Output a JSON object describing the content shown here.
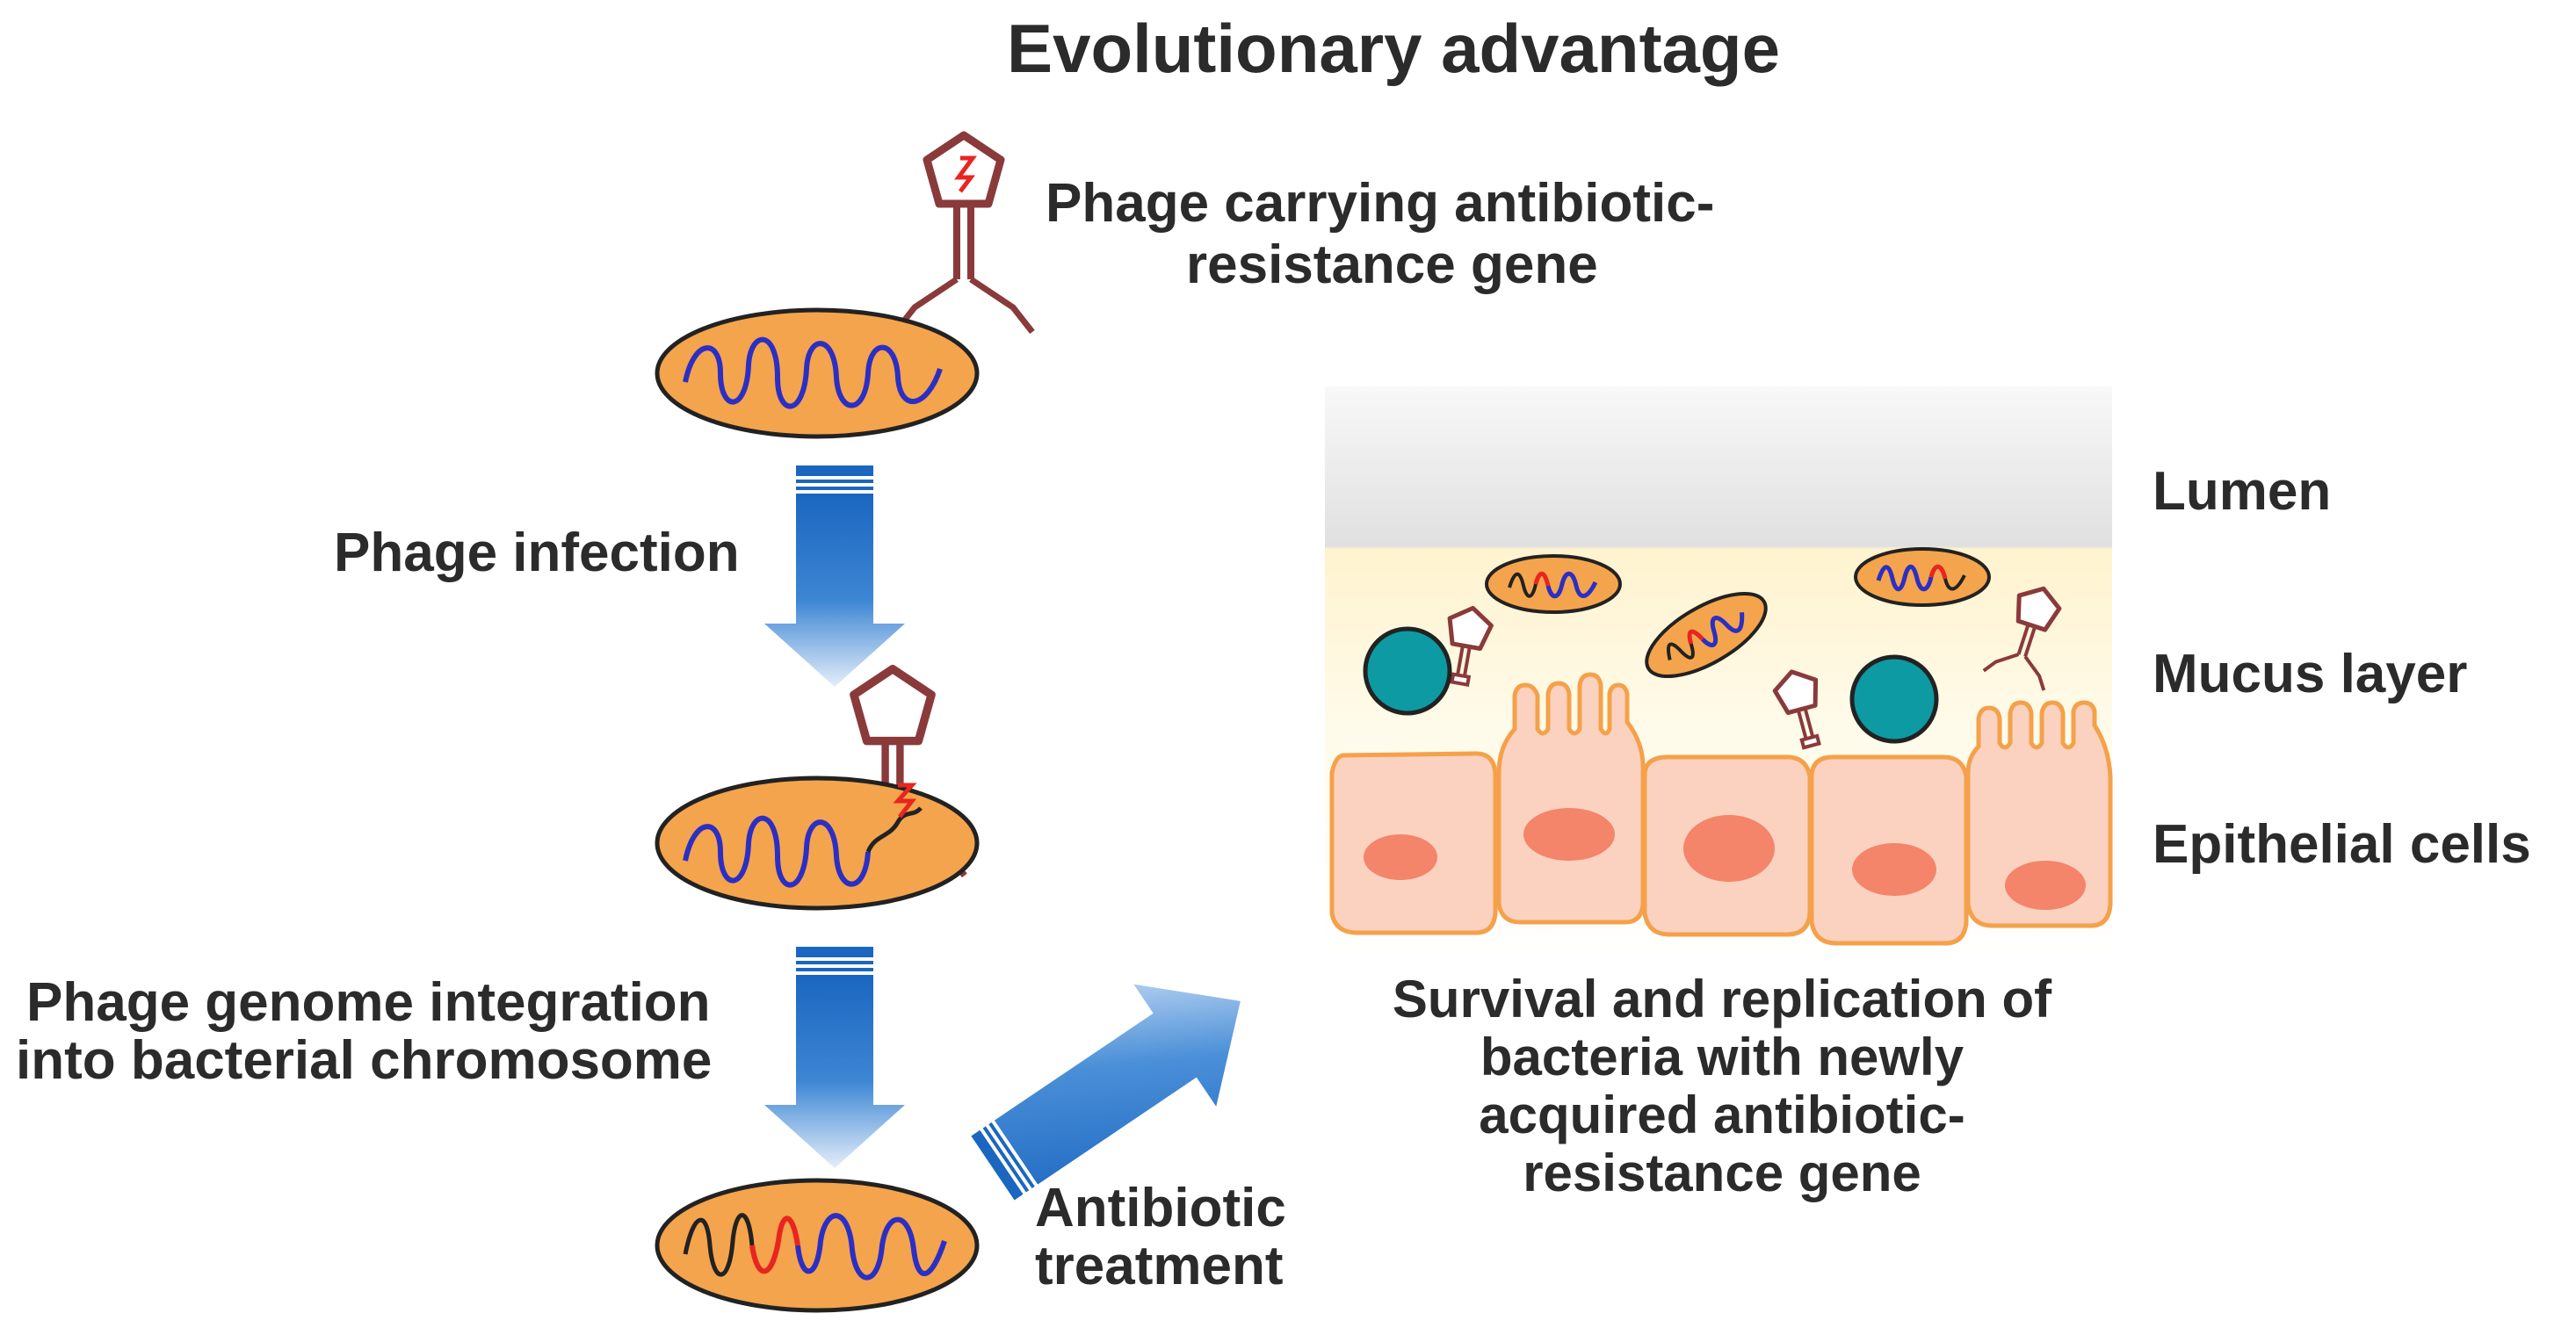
{
  "title": "Evolutionary advantage",
  "phage_label": [
    "Phage carrying antibiotic-",
    "resistance gene"
  ],
  "steps": {
    "infection": "Phage infection",
    "integration": [
      "Phage genome integration",
      "into bacterial chromosome"
    ],
    "antibiotic": [
      "Antibiotic",
      "treatment"
    ]
  },
  "gut_layers": {
    "lumen": "Lumen",
    "mucus": "Mucus layer",
    "epithelium": "Epithelial cells"
  },
  "outcome": [
    "Survival and replication of",
    "bacteria with newly",
    "acquired antibiotic-",
    "resistance gene"
  ],
  "colors": {
    "bacterium_fill": "#f4a44c",
    "dna_blue": "#2c2fc4",
    "resistance_gene_red": "#e8251f",
    "phage": "#8a3a3a",
    "arrow_blue": "#1f73c8",
    "goblet_teal": "#0d9aa3",
    "epithelial_fill": "#fbd2c0",
    "nucleus": "#f4846a",
    "lumen_gray": "#dcdcdc",
    "mucus_yellow": "#fff6d4"
  },
  "icons": [
    "bacteriophage-icon",
    "bacterium-icon",
    "block-arrow-icon",
    "goblet-cell-icon",
    "epithelial-cell-icon"
  ]
}
